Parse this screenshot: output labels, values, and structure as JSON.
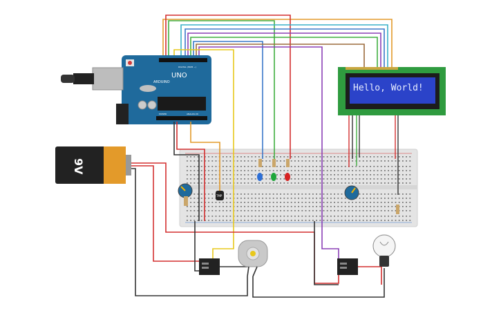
{
  "lcd": {
    "message": "Hello, World!"
  },
  "arduino": {
    "model": "UNO",
    "brand": "ARDUINO",
    "digital_label": "DIGITAL (PWM ~)",
    "power_label": "POWER",
    "analog_label": "ANALOG IN"
  },
  "battery": {
    "voltage_label": "9V"
  },
  "sensor": {
    "label": "TMP"
  },
  "colors": {
    "arduino": "#1f6a9c",
    "breadboard": "#e4e4e4",
    "lcd_board": "#2f9b3f",
    "lcd_screen": "#2b43c9",
    "wire_red": "#d32f2f",
    "wire_green": "#3fae3f",
    "wire_blue": "#3a78c9",
    "wire_orange": "#e39a2a",
    "wire_purple": "#8a3fb5",
    "wire_black": "#333333",
    "wire_yellow": "#e8c81b",
    "wire_brown": "#9b6a3c",
    "wire_cyan": "#38b0c8",
    "led_blue": "#2d6fd6",
    "led_green": "#1ea63a",
    "led_red": "#d62222"
  }
}
